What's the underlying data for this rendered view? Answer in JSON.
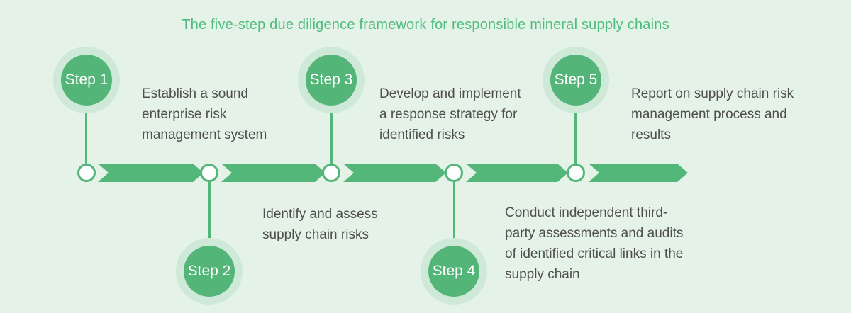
{
  "title": "The five-step due diligence framework for responsible mineral supply chains",
  "colors": {
    "background": "#e4f2e8",
    "accent_green": "#54b77a",
    "circle_green": "#53b678",
    "circle_halo": "#cfe9d8",
    "title_text": "#4ebc7e",
    "body_text": "#4f4f4f",
    "step_label_text": "#ffffff",
    "node_fill": "#ffffff"
  },
  "steps": [
    {
      "label": "Step 1",
      "position": "top",
      "lines": [
        "Establish a sound",
        "enterprise risk",
        "management system"
      ]
    },
    {
      "label": "Step 2",
      "position": "bottom",
      "lines": [
        "Identify and assess",
        "supply chain risks"
      ]
    },
    {
      "label": "Step 3",
      "position": "top",
      "lines": [
        "Develop and implement",
        "a response strategy for",
        "identified risks"
      ]
    },
    {
      "label": "Step 4",
      "position": "bottom",
      "lines": [
        "Conduct independent third-",
        "party assessments and audits",
        "of identified critical links in the",
        "supply chain"
      ]
    },
    {
      "label": "Step 5",
      "position": "top",
      "lines": [
        "Report on supply chain risk",
        "management process and",
        "results"
      ]
    }
  ]
}
